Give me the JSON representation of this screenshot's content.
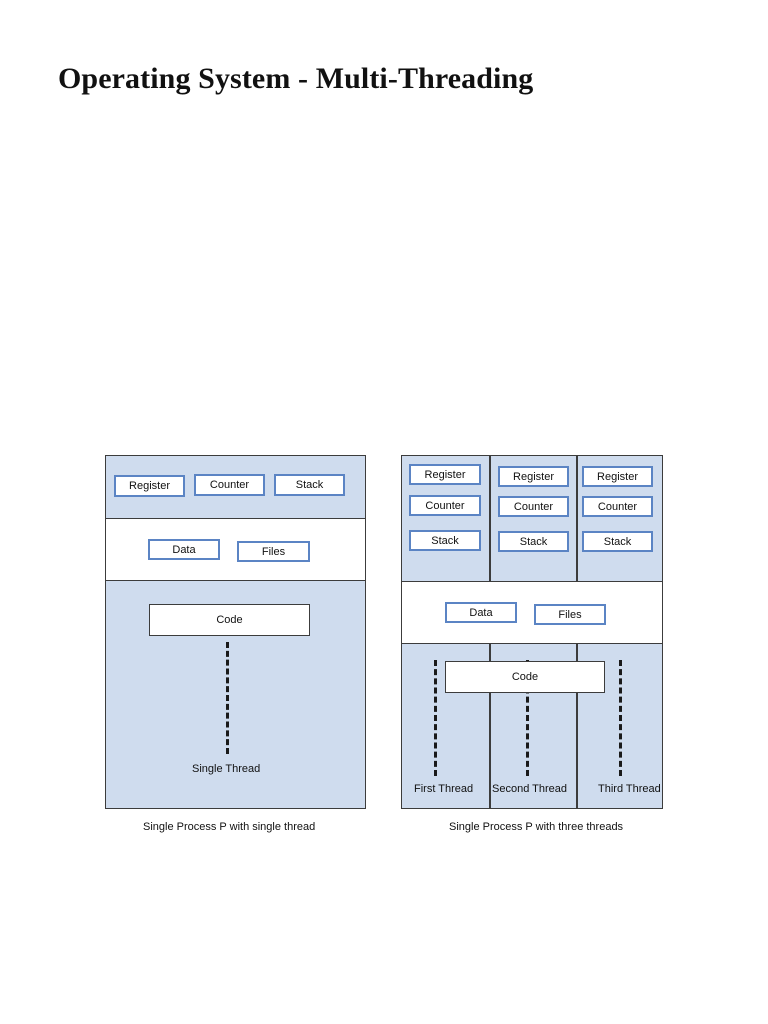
{
  "page": {
    "title": "Operating System - Multi-Threading"
  },
  "single": {
    "register": "Register",
    "counter": "Counter",
    "stack": "Stack",
    "data": "Data",
    "files": "Files",
    "code": "Code",
    "thread_label": "Single Thread",
    "caption": "Single Process P with single thread"
  },
  "multi": {
    "threads": [
      {
        "register": "Register",
        "counter": "Counter",
        "stack": "Stack",
        "label": "First Thread"
      },
      {
        "register": "Register",
        "counter": "Counter",
        "stack": "Stack",
        "label": "Second Thread"
      },
      {
        "register": "Register",
        "counter": "Counter",
        "stack": "Stack",
        "label": "Third Thread"
      }
    ],
    "data": "Data",
    "files": "Files",
    "code": "Code",
    "caption": "Single Process P with three threads"
  },
  "colors": {
    "shade": "#cfdcee",
    "box_border": "#5b84c4",
    "outline": "#3c3c3c"
  }
}
